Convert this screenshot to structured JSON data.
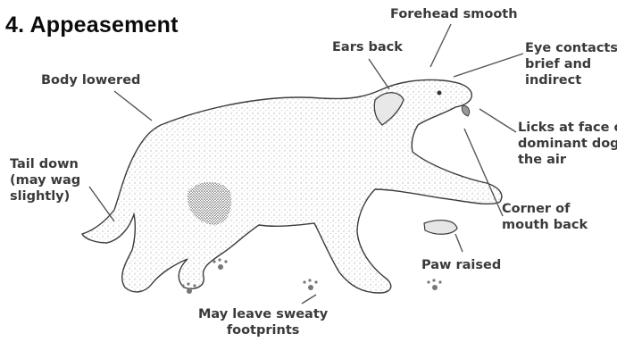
{
  "title": "4. Appeasement",
  "labels": {
    "forehead": "Forehead smooth",
    "ears": "Ears back",
    "eye": "Eye contacts\nbrief and\nindirect",
    "body": "Body lowered",
    "licks": "Licks at face of\ndominant dog or\nthe air",
    "tail": "Tail down\n(may wag\nslightly)",
    "mouth": "Corner of\nmouth back",
    "paw": "Paw raised",
    "sweaty": "May leave sweaty\nfootprints"
  }
}
